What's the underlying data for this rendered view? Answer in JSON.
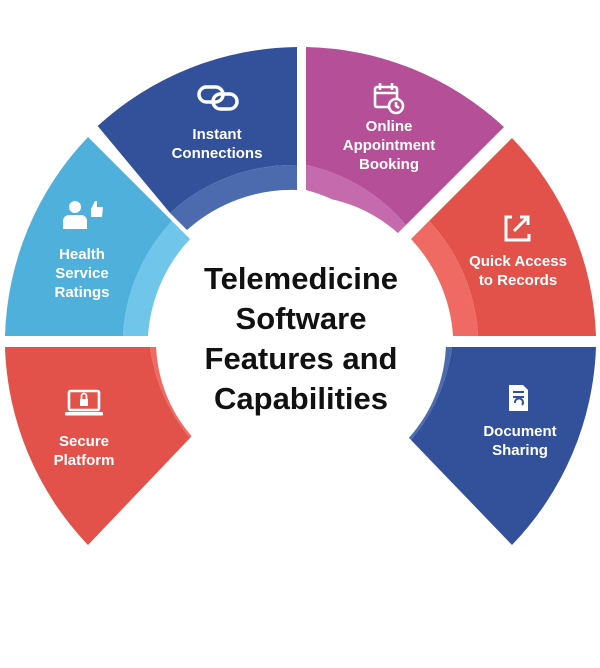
{
  "center": {
    "title_lines": [
      "Telemedicine",
      "Software",
      "Features and",
      "Capabilities"
    ]
  },
  "segments": [
    {
      "id": "instant-connections",
      "lines": [
        "Instant",
        "Connections"
      ],
      "color": "#33519a",
      "inner_color": "#4c6aae",
      "icon": "link-chain-icon"
    },
    {
      "id": "online-appointment-booking",
      "lines": [
        "Online",
        "Appointment",
        "Booking"
      ],
      "color": "#b54f97",
      "inner_color": "#c56aad",
      "icon": "calendar-clock-icon"
    },
    {
      "id": "quick-access-to-records",
      "lines": [
        "Quick Access",
        "to Records"
      ],
      "color": "#e2524a",
      "inner_color": "#ee6a62",
      "icon": "export-arrow-icon"
    },
    {
      "id": "document-sharing",
      "lines": [
        "Document",
        "Sharing"
      ],
      "color": "#33519a",
      "inner_color": "#4c6aae",
      "icon": "document-icon"
    },
    {
      "id": "secure-platform",
      "lines": [
        "Secure",
        "Platform"
      ],
      "color": "#e2524a",
      "inner_color": "#ee6a62",
      "icon": "laptop-lock-icon"
    },
    {
      "id": "health-service-ratings",
      "lines": [
        "Health",
        "Service",
        "Ratings"
      ],
      "color": "#4fb0dc",
      "inner_color": "#6fc6ea",
      "icon": "user-thumbs-up-icon"
    }
  ]
}
